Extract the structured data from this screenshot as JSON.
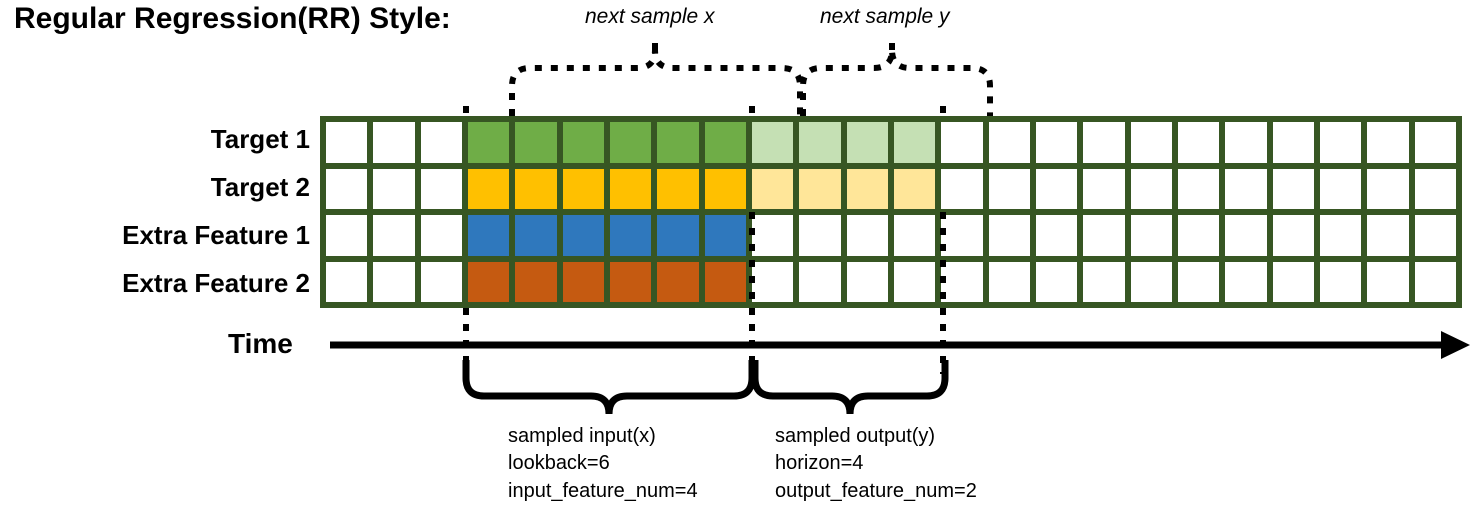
{
  "title": "Regular Regression(RR) Style:",
  "row_labels": [
    {
      "id": "target-1",
      "label": "Target 1"
    },
    {
      "id": "target-2",
      "label": "Target 2"
    },
    {
      "id": "extra-feature-1",
      "label": "Extra Feature 1"
    },
    {
      "id": "extra-feature-2",
      "label": "Extra Feature 2"
    }
  ],
  "axis": {
    "label": "Time"
  },
  "top_annotations": [
    {
      "id": "next-sample-x",
      "text": "next sample x"
    },
    {
      "id": "next-sample-y",
      "text": "next sample y"
    }
  ],
  "bottom_annotations": [
    {
      "id": "sampled-input",
      "lines": [
        "sampled input(x)",
        "lookback=6",
        "input_feature_num=4"
      ]
    },
    {
      "id": "sampled-output",
      "lines": [
        "sampled output(y)",
        "horizon=4",
        "output_feature_num=2"
      ]
    }
  ],
  "colors": {
    "border": "#375623",
    "empty": "#ffffff",
    "target1": "#6fad47",
    "target1_faded": "#c5e0b4",
    "target2": "#ffc000",
    "target2_faded": "#ffe699",
    "extra1": "#2f78bd",
    "extra2": "#c55a11",
    "ink": "#000000"
  },
  "grid": {
    "columns": 24,
    "rows": 4,
    "input_start_col": 3,
    "input_len": 6,
    "output_start_col": 9,
    "output_len": 4,
    "row_fill": [
      [
        "empty",
        "empty",
        "empty",
        "target1",
        "target1",
        "target1",
        "target1",
        "target1",
        "target1",
        "target1_faded",
        "target1_faded",
        "target1_faded",
        "target1_faded",
        "empty",
        "empty",
        "empty",
        "empty",
        "empty",
        "empty",
        "empty",
        "empty",
        "empty",
        "empty",
        "empty"
      ],
      [
        "empty",
        "empty",
        "empty",
        "target2",
        "target2",
        "target2",
        "target2",
        "target2",
        "target2",
        "target2_faded",
        "target2_faded",
        "target2_faded",
        "target2_faded",
        "empty",
        "empty",
        "empty",
        "empty",
        "empty",
        "empty",
        "empty",
        "empty",
        "empty",
        "empty",
        "empty"
      ],
      [
        "empty",
        "empty",
        "empty",
        "extra1",
        "extra1",
        "extra1",
        "extra1",
        "extra1",
        "extra1",
        "empty",
        "empty",
        "empty",
        "empty",
        "empty",
        "empty",
        "empty",
        "empty",
        "empty",
        "empty",
        "empty",
        "empty",
        "empty",
        "empty",
        "empty"
      ],
      [
        "empty",
        "empty",
        "empty",
        "extra2",
        "extra2",
        "extra2",
        "extra2",
        "extra2",
        "extra2",
        "empty",
        "empty",
        "empty",
        "empty",
        "empty",
        "empty",
        "empty",
        "empty",
        "empty",
        "empty",
        "empty",
        "empty",
        "empty",
        "empty",
        "empty"
      ]
    ]
  }
}
